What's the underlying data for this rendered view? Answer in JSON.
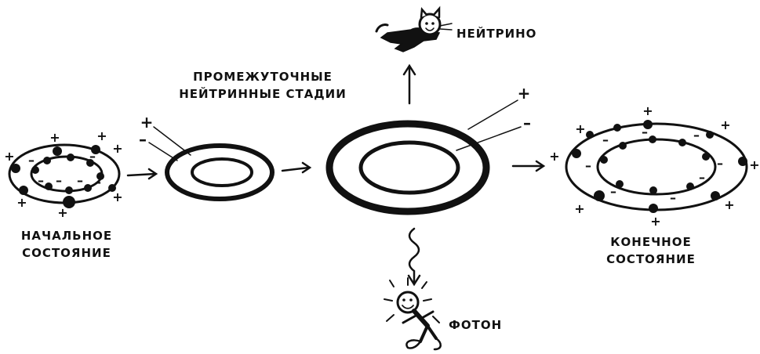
{
  "labels": {
    "intermediate_line1": "ПРОМЕЖУТОЧНЫЕ",
    "intermediate_line2": "НЕЙТРИННЫЕ СТАДИИ",
    "neutrino": "НЕЙТРИНО",
    "initial_line1": "НАЧАЛЬНОЕ",
    "initial_line2": "СОСТОЯНИЕ",
    "final_line1": "КОНЕЧНОЕ",
    "final_line2": "СОСТОЯНИЕ",
    "photon": "ФОТОН"
  },
  "signs": {
    "plus": "+",
    "minus": "–"
  },
  "colors": {
    "ink": "#111111",
    "paper": "#ffffff"
  },
  "icons": {
    "neutrino": "running-cat-icon",
    "photon": "running-smiley-icon"
  }
}
